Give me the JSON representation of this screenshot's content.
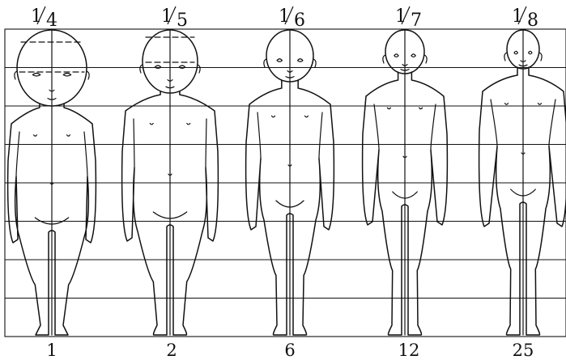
{
  "columns": [
    {
      "fraction_num": "1",
      "fraction_den": "4",
      "age": "1",
      "divisions": 4
    },
    {
      "fraction_num": "1",
      "fraction_den": "5",
      "age": "2",
      "divisions": 5
    },
    {
      "fraction_num": "1",
      "fraction_den": "6",
      "age": "6",
      "divisions": 6
    },
    {
      "fraction_num": "1",
      "fraction_den": "7",
      "age": "12",
      "divisions": 7
    },
    {
      "fraction_num": "1",
      "fraction_den": "8",
      "age": "25",
      "divisions": 8
    }
  ],
  "grid_rows": 8,
  "colors": {
    "line": "#111111",
    "background": "#ffffff"
  }
}
